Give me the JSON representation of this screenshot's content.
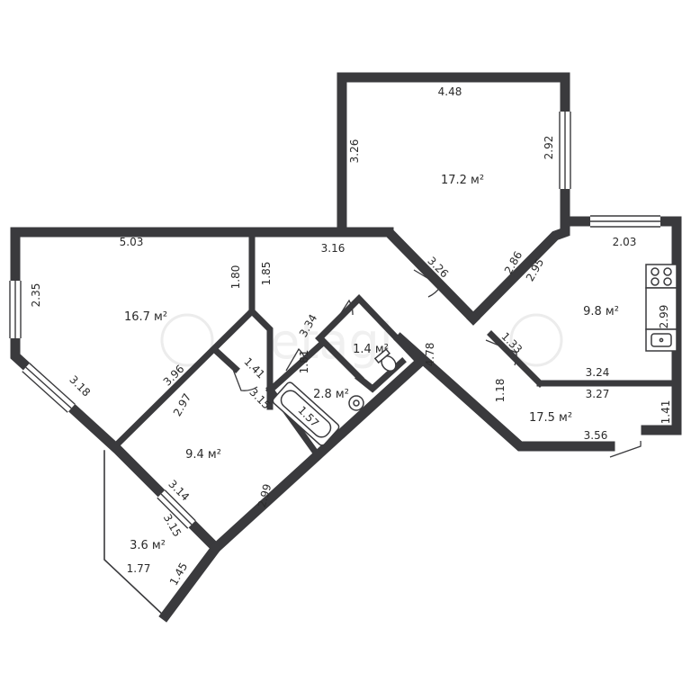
{
  "rooms": {
    "living_room": {
      "area": "17.2 м²"
    },
    "bedroom_left": {
      "area": "16.7 м²"
    },
    "kitchen": {
      "area": "9.8 м²"
    },
    "toilet": {
      "area": "1.4 м²"
    },
    "bathroom": {
      "area": "2.8 м²"
    },
    "bedroom_center": {
      "area": "9.4 м²"
    },
    "hallway": {
      "area": "17.5 м²"
    },
    "balcony": {
      "area": "3.6 м²"
    }
  },
  "dimensions": {
    "d_4_48": "4.48",
    "d_3_26": "3.26",
    "d_2_92": "2.92",
    "d_2_86": "2.86",
    "d_2_03": "2.03",
    "d_2_95": "2.95",
    "d_2_99_kitchen": "2.99",
    "d_1_33": "1.33",
    "d_3_24": "3.24",
    "d_3_27": "3.27",
    "d_1_41_hall": "1.41",
    "d_3_56": "3.56",
    "d_1_18": "1.18",
    "d_4_78": "4.78",
    "d_3_26_diag": "3.26",
    "d_3_16": "3.16",
    "d_1_85": "1.85",
    "d_1_80": "1.80",
    "d_5_03": "5.03",
    "d_2_35": "2.35",
    "d_3_18": "3.18",
    "d_3_96": "3.96",
    "d_2_97": "2.97",
    "d_1_41_center": "1.41",
    "d_3_15_center": "3.15",
    "d_3_34": "3.34",
    "d_1_81": "1.81",
    "d_1_57": "1.57",
    "d_2_99_center": "2.99",
    "d_3_14": "3.14",
    "d_3_15_balcony": "3.15",
    "d_1_77": "1.77",
    "d_1_45": "1.45"
  }
}
